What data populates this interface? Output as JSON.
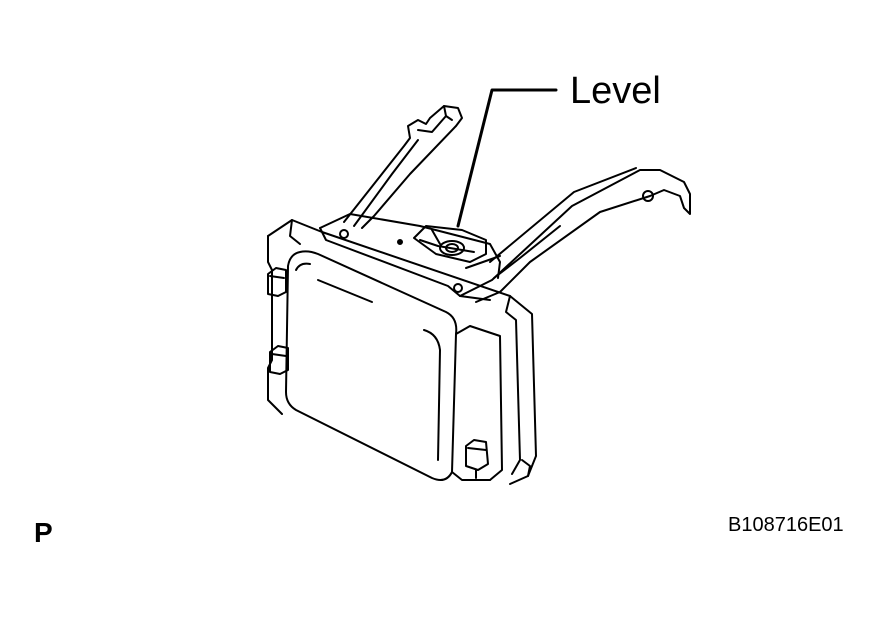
{
  "diagram": {
    "callout_label": "Level",
    "view_code": "P",
    "figure_id": "B108716E01"
  }
}
